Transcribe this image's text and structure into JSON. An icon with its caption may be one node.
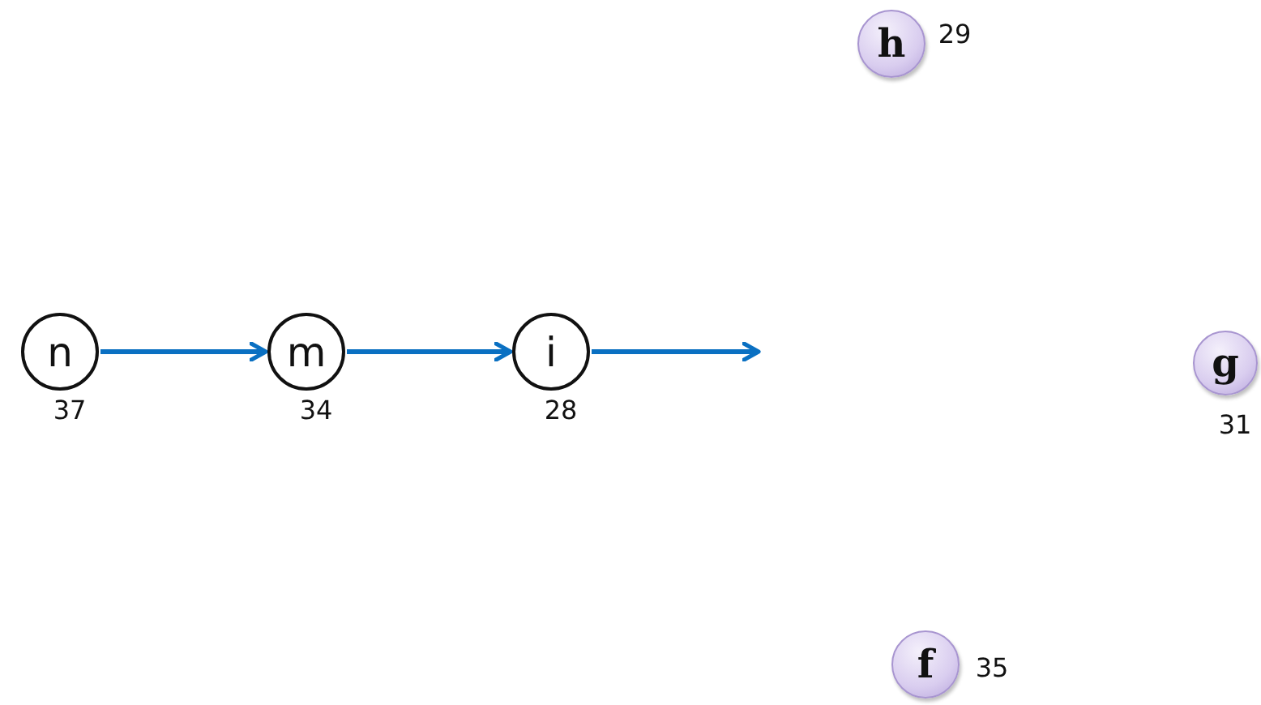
{
  "diagram": {
    "nodes": [
      {
        "text": [
          "n"
        ],
        "beside": [
          "37"
        ]
      },
      {
        "text": [
          "m"
        ],
        "beside": [
          "34"
        ]
      },
      {
        "text": [
          "i"
        ],
        "beside": [
          "28"
        ]
      },
      {
        "text": [
          "h"
        ],
        "beside": [
          "29"
        ]
      },
      {
        "text": [
          "g"
        ],
        "beside": [
          "31"
        ]
      },
      {
        "text": [
          "f"
        ],
        "beside": [
          "35"
        ]
      }
    ],
    "edges": [
      {
        "from": 0,
        "to": 1,
        "arrow": "to"
      },
      {
        "from": 1,
        "to": 2,
        "arrow": "to"
      },
      {
        "from": 2,
        "to": null,
        "arrow": "to"
      }
    ]
  }
}
